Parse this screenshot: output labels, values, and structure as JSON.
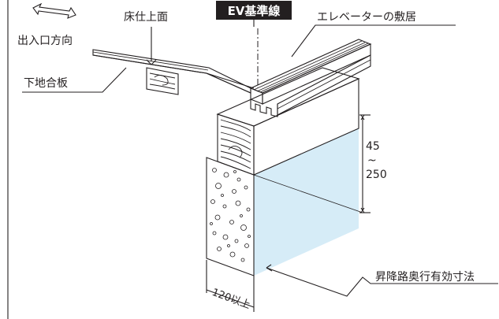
{
  "labels": {
    "ev_reference_line": "EV基準線",
    "floor_finish_surface": "床仕上面",
    "elevator_sill": "エレベーターの敷居",
    "entrance_direction": "出入口方向",
    "subfloor_plywood": "下地合板",
    "height_min": "45",
    "height_tilde": "~",
    "height_max": "250",
    "width_min": "120以上",
    "hoistway_effective_dimension": "昇降路奥行有効寸法"
  },
  "colors": {
    "ink": "#231f20",
    "shaft_fill": "#d6ecf7",
    "ev_tag_bg": "#231f20"
  },
  "icons": {
    "entrance_direction": "double-arrow-icon"
  }
}
